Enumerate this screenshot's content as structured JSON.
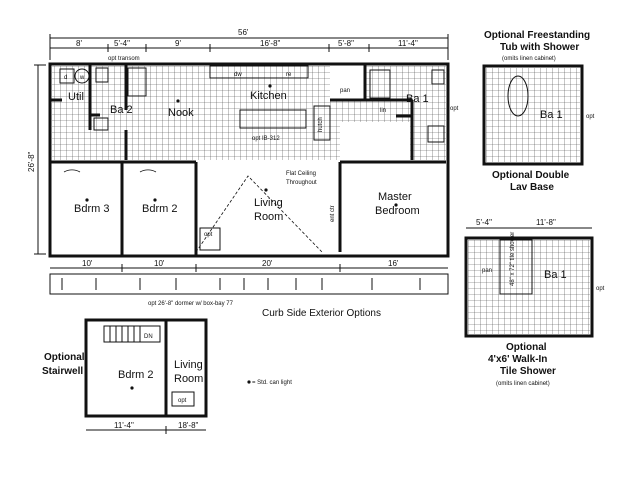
{
  "overall": {
    "width_dim": "56'",
    "depth_dim": "26'-8\""
  },
  "top_dims": [
    "8'",
    "5'-4\"",
    "9'",
    "16'-8\"",
    "5'-8\"",
    "11'-4\""
  ],
  "bottom_dims": [
    "10'",
    "10'",
    "20'",
    "16'"
  ],
  "rooms": {
    "utility": "Util",
    "bath2": "Ba 2",
    "nook": "Nook",
    "kitchen": "Kitchen",
    "bath1": "Ba 1",
    "bedroom3": "Bdrm 3",
    "bedroom2": "Bdrm 2",
    "living": "Living\nRoom",
    "living_line1": "Living",
    "living_line2": "Room",
    "master_line1": "Master",
    "master_line2": "Bedroom"
  },
  "notes": {
    "opt_transom": "opt transom",
    "opt_ib312": "opt IB-312",
    "hutch": "hutch",
    "flat_ceiling_1": "Flat Ceiling",
    "flat_ceiling_2": "Throughout",
    "ent_ctr": "ent ctr",
    "pan": "pan",
    "opt": "opt",
    "lin": "lin",
    "dormer": "opt 26'-8\" dormer w/ box-bay 77",
    "curb_side": "Curb Side Exterior Options",
    "std_can_light": "= Std. can light",
    "washer": "w",
    "dryer": "d",
    "re": "re",
    "dw": "dw",
    "dn": "DN"
  },
  "option_tub": {
    "title_1": "Optional  Freestanding",
    "title_2": "Tub with Shower",
    "subtitle": "(omits linen cabinet)",
    "room": "Ba 1",
    "opt": "opt"
  },
  "option_lav": {
    "line1": "Optional Double",
    "line2": "Lav Base"
  },
  "option_walkin": {
    "dims": [
      "5'-4\"",
      "11'-8\""
    ],
    "room": "Ba 1",
    "shower_label": "48\" x 72\" tile shower",
    "pan": "pan",
    "opt": "opt",
    "title_1": "Optional",
    "title_2": "4'x6' Walk-In",
    "title_3": "Tile Shower",
    "subtitle": "(omits linen cabinet)"
  },
  "option_stair": {
    "title_1": "Optional",
    "title_2": "Stairwell",
    "bedroom": "Bdrm 2",
    "living_1": "Living",
    "living_2": "Room",
    "opt": "opt",
    "dn": "DN",
    "dims": [
      "11'-4\"",
      "18'-8\""
    ]
  }
}
